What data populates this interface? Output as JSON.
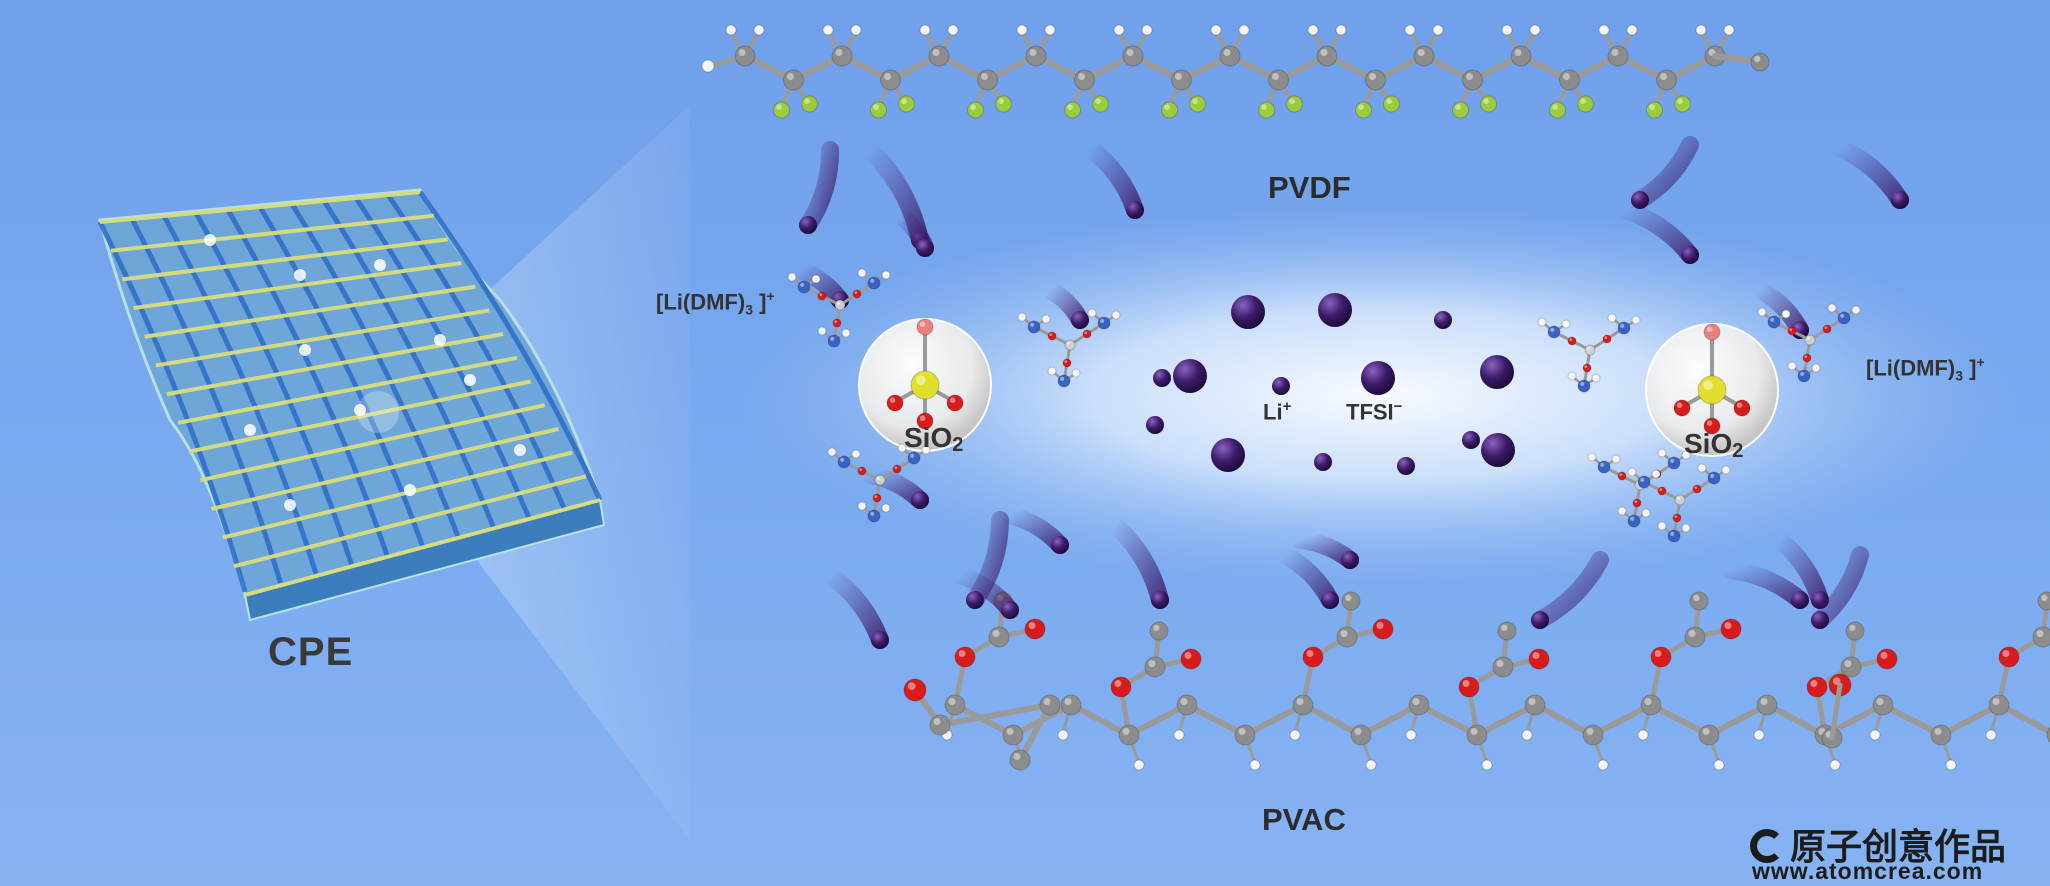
{
  "labels": {
    "cpe": "CPE",
    "pvdf": "PVDF",
    "pvac": "PVAC",
    "sio2_main": "SiO",
    "sio2_sub": "2",
    "li": "Li",
    "li_charge": "+",
    "tfsi": "TFSI",
    "tfsi_charge": "−",
    "complex_prefix": "[Li(DMF)",
    "complex_sub": "3",
    "complex_suffix": " ]",
    "complex_charge": "+"
  },
  "watermark": {
    "brand": "原子创意作品",
    "url": "www.atomcrea.com"
  },
  "colors": {
    "background": "#74a5ec",
    "carbon": "#8c8c8c",
    "fluorine": "#9ccc3c",
    "oxygen": "#d81b1b",
    "hydrogen": "#f4f4f4",
    "nitrogen": "#3a62c4",
    "sulfur": "#e2de2e",
    "ion": "#3b1a63",
    "mesh_yellow": "#d9de7a",
    "mesh_blue": "#2f6fc7"
  }
}
